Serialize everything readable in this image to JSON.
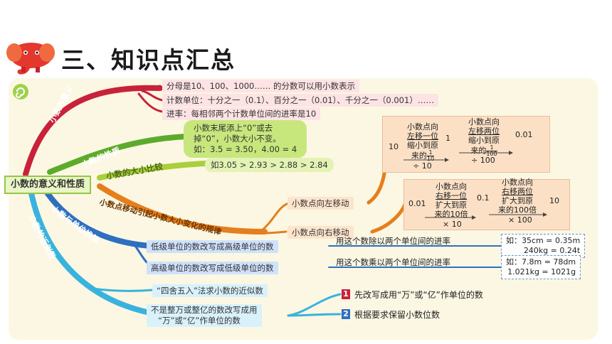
{
  "title": "三、知识点汇总",
  "center": "小数的意义和性质",
  "branches": {
    "meaning": "小数的意义",
    "property": "小数的性质",
    "compare": "小数的大小比较",
    "pointmove": "小数点移动引起小数大小变化的规律",
    "unit": "小数与单位换算",
    "approx": "小数的近似数"
  },
  "meaning_items": [
    "分母是10、100、1000…… 的分数可以用小数表示",
    "计数单位：十分之一（0.1）、百分之一（0.01）、千分之一（0.001）……",
    "进率：每相邻两个计数单位间的进率是10"
  ],
  "property_lines": [
    "小数末尾添上“0”或去",
    "掉“0”，小数大小不变。",
    "如：3.5 = 3.50，4.00 = 4"
  ],
  "compare_text": "如3.05 > 2.93 > 2.88 > 2.84",
  "move_left": {
    "label": "小数点向左移动",
    "n1": "10",
    "n2": "1",
    "n3": "0.01",
    "box1": [
      "小数点向",
      "左移一位",
      "缩小到原",
      "来的",
      "1",
      "10"
    ],
    "box2": [
      "小数点向",
      "左移两位",
      "缩小到原",
      "来的",
      "1",
      "100"
    ],
    "op1": "÷ 10",
    "op2": "÷ 100"
  },
  "move_right": {
    "label": "小数点向右移动",
    "n1": "0.01",
    "n2": "0.1",
    "n3": "10",
    "box1": [
      "小数点向",
      "右移一位",
      "扩大到原",
      "来的10倍"
    ],
    "box2": [
      "小数点向",
      "右移两位",
      "扩大到原",
      "来的100倍"
    ],
    "op1": "× 10",
    "op2": "× 100"
  },
  "unit_items": [
    {
      "text": "低级单位的数改写成高级单位的数",
      "rule": "用这个数除以两个单位间的进率",
      "ex": [
        "如：35cm = 0.35m",
        "240kg = 0.24t"
      ]
    },
    {
      "text": "高级单位的数改写成低级单位的数",
      "rule": "用这个数乘以两个单位间的进率",
      "ex": [
        "如：7.8m = 78dm",
        "1.021kg = 1021g"
      ]
    }
  ],
  "approx_items": {
    "first": "“四舍五入”法求小数的近似数",
    "second": [
      "不是整万或整亿的数改写成用",
      "“万”或“亿”作单位的数"
    ],
    "steps": [
      {
        "n": "1",
        "text": "先改写成用“万”或“亿”作单位的数"
      },
      {
        "n": "2",
        "text": "根据要求保留小数位数"
      }
    ]
  },
  "colors": {
    "red": "#c8223a",
    "green": "#5cab2a",
    "lime": "#a9cf3b",
    "orange": "#e67e1c",
    "blue": "#2f6fc0",
    "cyan": "#39b3dd"
  },
  "icons": [
    "elephant-icon",
    "spiral-icon"
  ]
}
